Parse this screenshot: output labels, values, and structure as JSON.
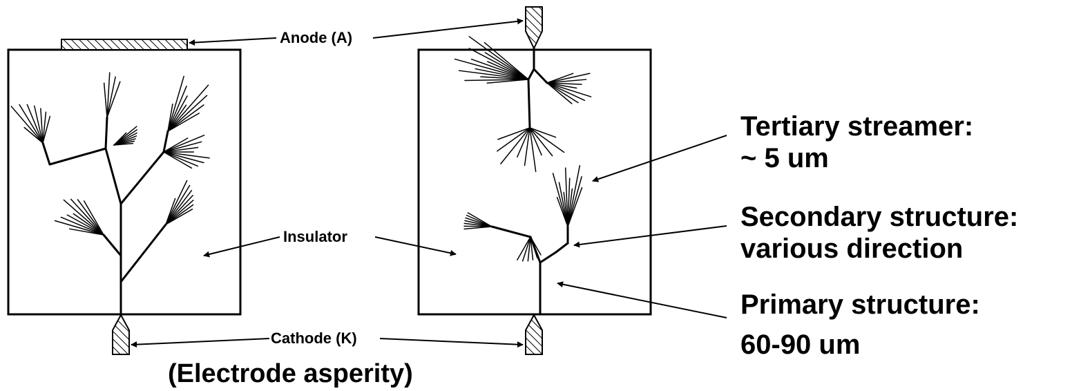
{
  "labels": {
    "anode": "Anode (A)",
    "insulator": "Insulator",
    "cathode": "Cathode (K)",
    "caption": "(Electrode asperity)",
    "tertiary_title": "Tertiary streamer:",
    "tertiary_size": "~ 5 um",
    "secondary_title": "Secondary structure:",
    "secondary_desc": "various direction",
    "primary_title": "Primary structure:",
    "primary_size": "60-90 um"
  },
  "colors": {
    "ink": "#000000",
    "background": "#ffffff"
  }
}
